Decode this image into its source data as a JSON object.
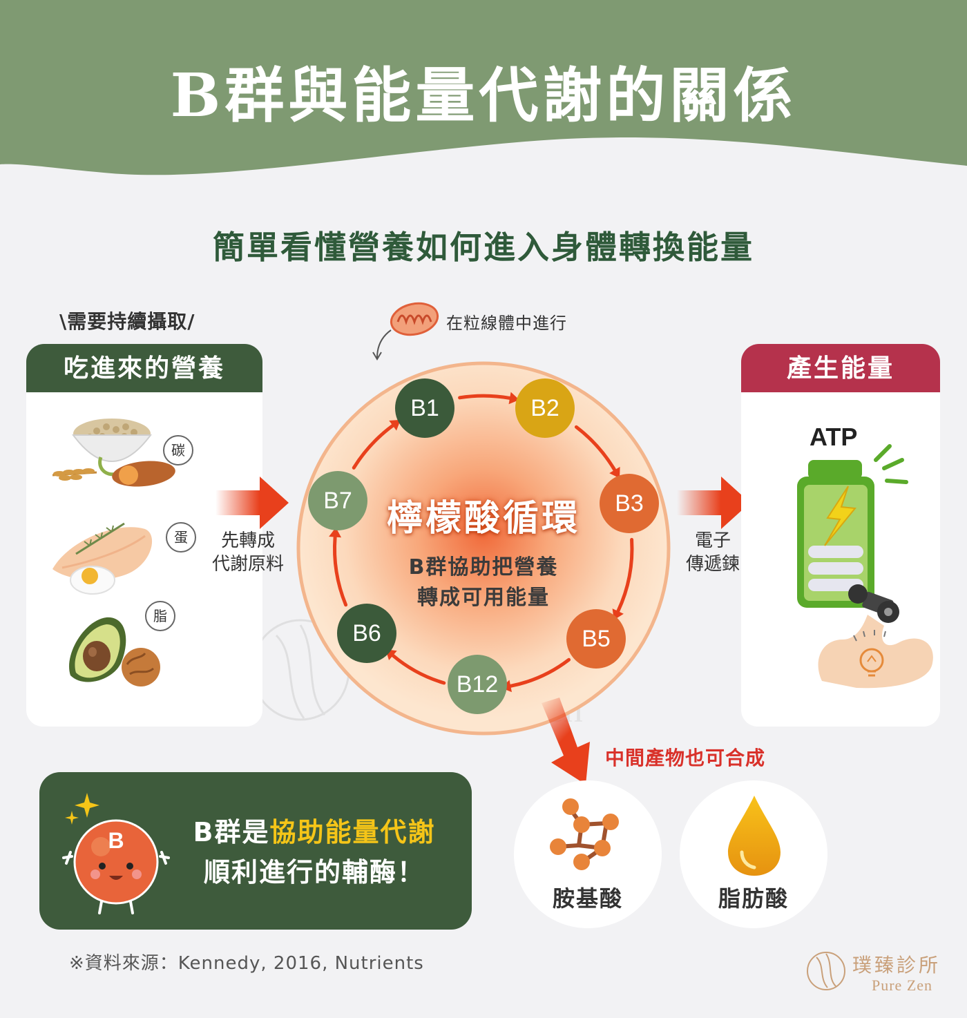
{
  "header": {
    "title": "B群與能量代謝的關係"
  },
  "subtitle": "簡單看懂營養如何進入身體轉換能量",
  "input": {
    "tagline": "\\需要持續攝取/",
    "heading": "吃進來的營養",
    "foods": [
      {
        "badge": "碳",
        "icon": "grain-bowl-sweet-potato-icon"
      },
      {
        "badge": "蛋",
        "icon": "chicken-breast-egg-icon"
      },
      {
        "badge": "脂",
        "icon": "avocado-walnut-icon"
      }
    ],
    "arrow_label_line1": "先轉成",
    "arrow_label_line2": "代謝原料"
  },
  "cycle": {
    "location_label": "在粒線體中進行",
    "title": "檸檬酸循環",
    "desc_line1": "B群協助把營養",
    "desc_line2": "轉成可用能量",
    "nodes": [
      {
        "label": "B1",
        "color": "#3b5a3a"
      },
      {
        "label": "B2",
        "color": "#d9a515"
      },
      {
        "label": "B3",
        "color": "#e06a32"
      },
      {
        "label": "B5",
        "color": "#e06a32"
      },
      {
        "label": "B12",
        "color": "#7d9a6f"
      },
      {
        "label": "B6",
        "color": "#3b5a3a"
      },
      {
        "label": "B7",
        "color": "#7d9a6f"
      }
    ]
  },
  "output": {
    "heading": "產生能量",
    "atp": "ATP",
    "arrow_label_line1": "電子",
    "arrow_label_line2": "傳遞鍊"
  },
  "intermediate": {
    "label": "中間產物也可合成",
    "products": [
      {
        "label": "胺基酸",
        "icon": "amino-acid-molecule-icon"
      },
      {
        "label": "脂肪酸",
        "icon": "oil-drop-icon"
      }
    ]
  },
  "callout": {
    "mascot_letter": "B",
    "line1_prefix": "B群是",
    "line1_highlight": "協助能量代謝",
    "line2": "順利進行的輔酶！"
  },
  "source": "※資料來源：Kennedy, 2016, Nutrients",
  "brand": {
    "name": "璞臻診所",
    "sub": "Pure Zen"
  },
  "colors": {
    "header": "#7f9a72",
    "dark_green": "#3e5b3c",
    "crimson": "#b5324c",
    "arrow_red": "#e8401c",
    "highlight_yellow": "#f5c518"
  }
}
